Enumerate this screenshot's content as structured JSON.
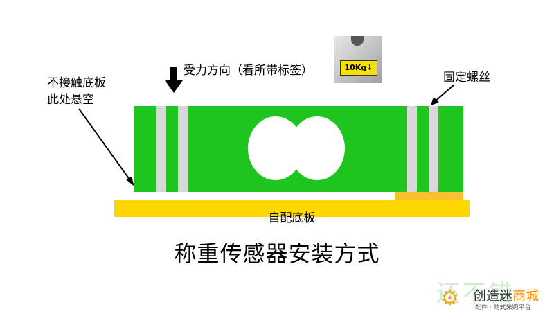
{
  "labels": {
    "force_direction": "受力方向（看所带标签）",
    "no_contact_line1": "不接触底板",
    "no_contact_line2": "此处悬空",
    "fixing_screw": "固定螺丝",
    "base_plate": "自配底板",
    "title": "称重传感器安装方式",
    "weight_tag": "10Kg↓"
  },
  "watermark": {
    "brand_prefix": "创造迷",
    "brand_highlight": "商城",
    "sub": "配件 · 站式采购平台",
    "faint": "还不错"
  },
  "colors": {
    "beam": "#1ec51e",
    "base": "#ffd700",
    "stripe": "#d9d9d9"
  },
  "icons": [
    "down-arrow-icon",
    "pointer-arrow-icon",
    "gear-icon"
  ]
}
